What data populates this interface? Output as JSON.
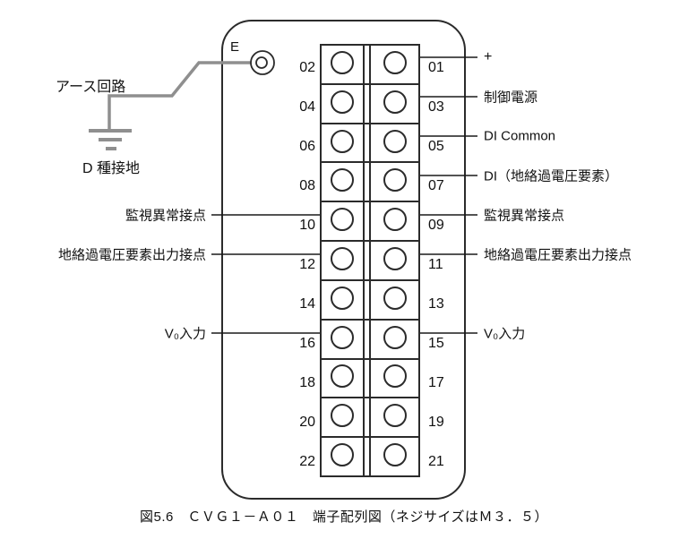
{
  "colors": {
    "line": "#2b2b2b",
    "wire_gray": "#8f8f8f",
    "text": "#111111",
    "background": "#ffffff"
  },
  "earth": {
    "terminal_label": "E",
    "circuit_label": "アース回路",
    "ground_label": "D 種接地"
  },
  "terminal_block": {
    "rows": [
      {
        "left_no": "02",
        "right_no": "01",
        "right_label": "+"
      },
      {
        "left_no": "04",
        "right_no": "03",
        "right_label": "制御電源"
      },
      {
        "left_no": "06",
        "right_no": "05",
        "right_label": "DI Common"
      },
      {
        "left_no": "08",
        "right_no": "07",
        "right_label": "DI（地絡過電圧要素）"
      },
      {
        "left_no": "10",
        "right_no": "09",
        "left_label": "監視異常接点",
        "right_label": "監視異常接点"
      },
      {
        "left_no": "12",
        "right_no": "11",
        "left_label": "地絡過電圧要素出力接点",
        "right_label": "地絡過電圧要素出力接点"
      },
      {
        "left_no": "14",
        "right_no": "13"
      },
      {
        "left_no": "16",
        "right_no": "15",
        "left_label": "V₀入力",
        "right_label": "V₀入力"
      },
      {
        "left_no": "18",
        "right_no": "17"
      },
      {
        "left_no": "20",
        "right_no": "19"
      },
      {
        "left_no": "22",
        "right_no": "21"
      }
    ]
  },
  "caption": "図5.6　ＣＶＧ１－Ａ０１　端子配列図（ネジサイズはＭ３．５）"
}
